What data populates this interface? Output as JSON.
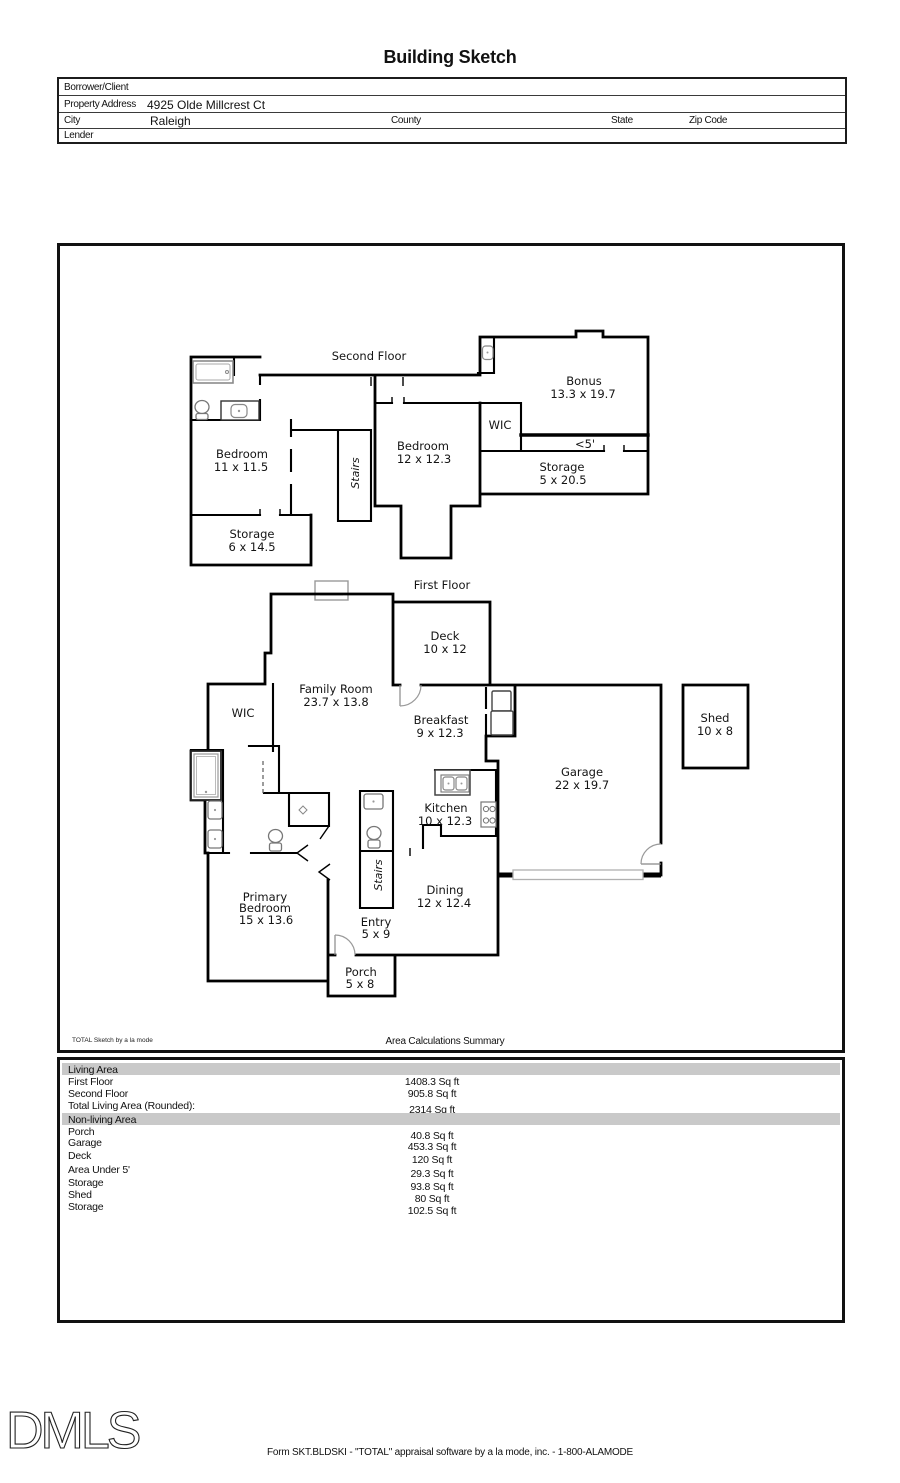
{
  "title": "Building Sketch",
  "form_header": {
    "borrower_label": "Borrower/Client",
    "property_address_label": "Property Address",
    "property_address_value": "4925 Olde Millcrest Ct",
    "city_label": "City",
    "city_value": "Raleigh",
    "county_label": "County",
    "state_label": "State",
    "zip_label": "Zip Code",
    "lender_label": "Lender"
  },
  "sketch": {
    "caption_left": "TOTAL Sketch by a la mode",
    "caption_center": "Area Calculations Summary",
    "annotations": {
      "stairs": "Stairs",
      "under5": "<5'"
    },
    "second_floor": {
      "title": "Second Floor",
      "rooms": {
        "bonus": {
          "name": "Bonus",
          "dims": "13.3 x 19.7"
        },
        "wic": {
          "name": "WIC"
        },
        "bedroom12": {
          "name": "Bedroom",
          "dims": "12 x 12.3"
        },
        "bedroom11": {
          "name": "Bedroom",
          "dims": "11 x 11.5"
        },
        "storage6": {
          "name": "Storage",
          "dims": "6 x 14.5"
        },
        "storage5": {
          "name": "Storage",
          "dims": "5 x 20.5"
        }
      }
    },
    "first_floor": {
      "title": "First Floor",
      "rooms": {
        "deck": {
          "name": "Deck",
          "dims": "10 x 12"
        },
        "family": {
          "name": "Family Room",
          "dims": "23.7 x 13.8"
        },
        "wic": {
          "name": "WIC"
        },
        "breakfast": {
          "name": "Breakfast",
          "dims": "9 x 12.3"
        },
        "shed": {
          "name": "Shed",
          "dims": "10 x 8"
        },
        "garage": {
          "name": "Garage",
          "dims": "22 x 19.7"
        },
        "kitchen": {
          "name": "Kitchen",
          "dims": "10 x 12.3"
        },
        "dining": {
          "name": "Dining",
          "dims": "12 x 12.4"
        },
        "primary": {
          "line1": "Primary",
          "line2": "Bedroom",
          "dims": "15 x 13.6"
        },
        "entry": {
          "name": "Entry",
          "dims": "5 x 9"
        },
        "porch": {
          "name": "Porch",
          "dims": "5 x 8"
        }
      }
    }
  },
  "area_summary": {
    "living_header": "Living Area",
    "living_rows": [
      {
        "label": "First Floor",
        "value": "1408.3 Sq ft"
      },
      {
        "label": "Second Floor",
        "value": "905.8 Sq ft"
      }
    ],
    "total_row": {
      "label": "Total Living Area (Rounded):",
      "value": "2314 Sq ft"
    },
    "nonliving_header": "Non-living Area",
    "nonliving_rows": [
      {
        "label": "Porch",
        "value": "40.8 Sq ft"
      },
      {
        "label": "Garage",
        "value": "453.3 Sq ft"
      },
      {
        "label": "Deck",
        "value": "120 Sq ft"
      },
      {
        "label": "Area Under 5'",
        "value": "29.3 Sq ft"
      },
      {
        "label": "Storage",
        "value": "93.8 Sq ft"
      },
      {
        "label": "Shed",
        "value": "80 Sq ft"
      },
      {
        "label": "Storage",
        "value": "102.5 Sq ft"
      }
    ]
  },
  "footer": {
    "form_line": "Form SKT.BLDSKI - \"TOTAL\" appraisal software by a la mode, inc. - 1-800-ALAMODE",
    "logo": "DMLS"
  }
}
